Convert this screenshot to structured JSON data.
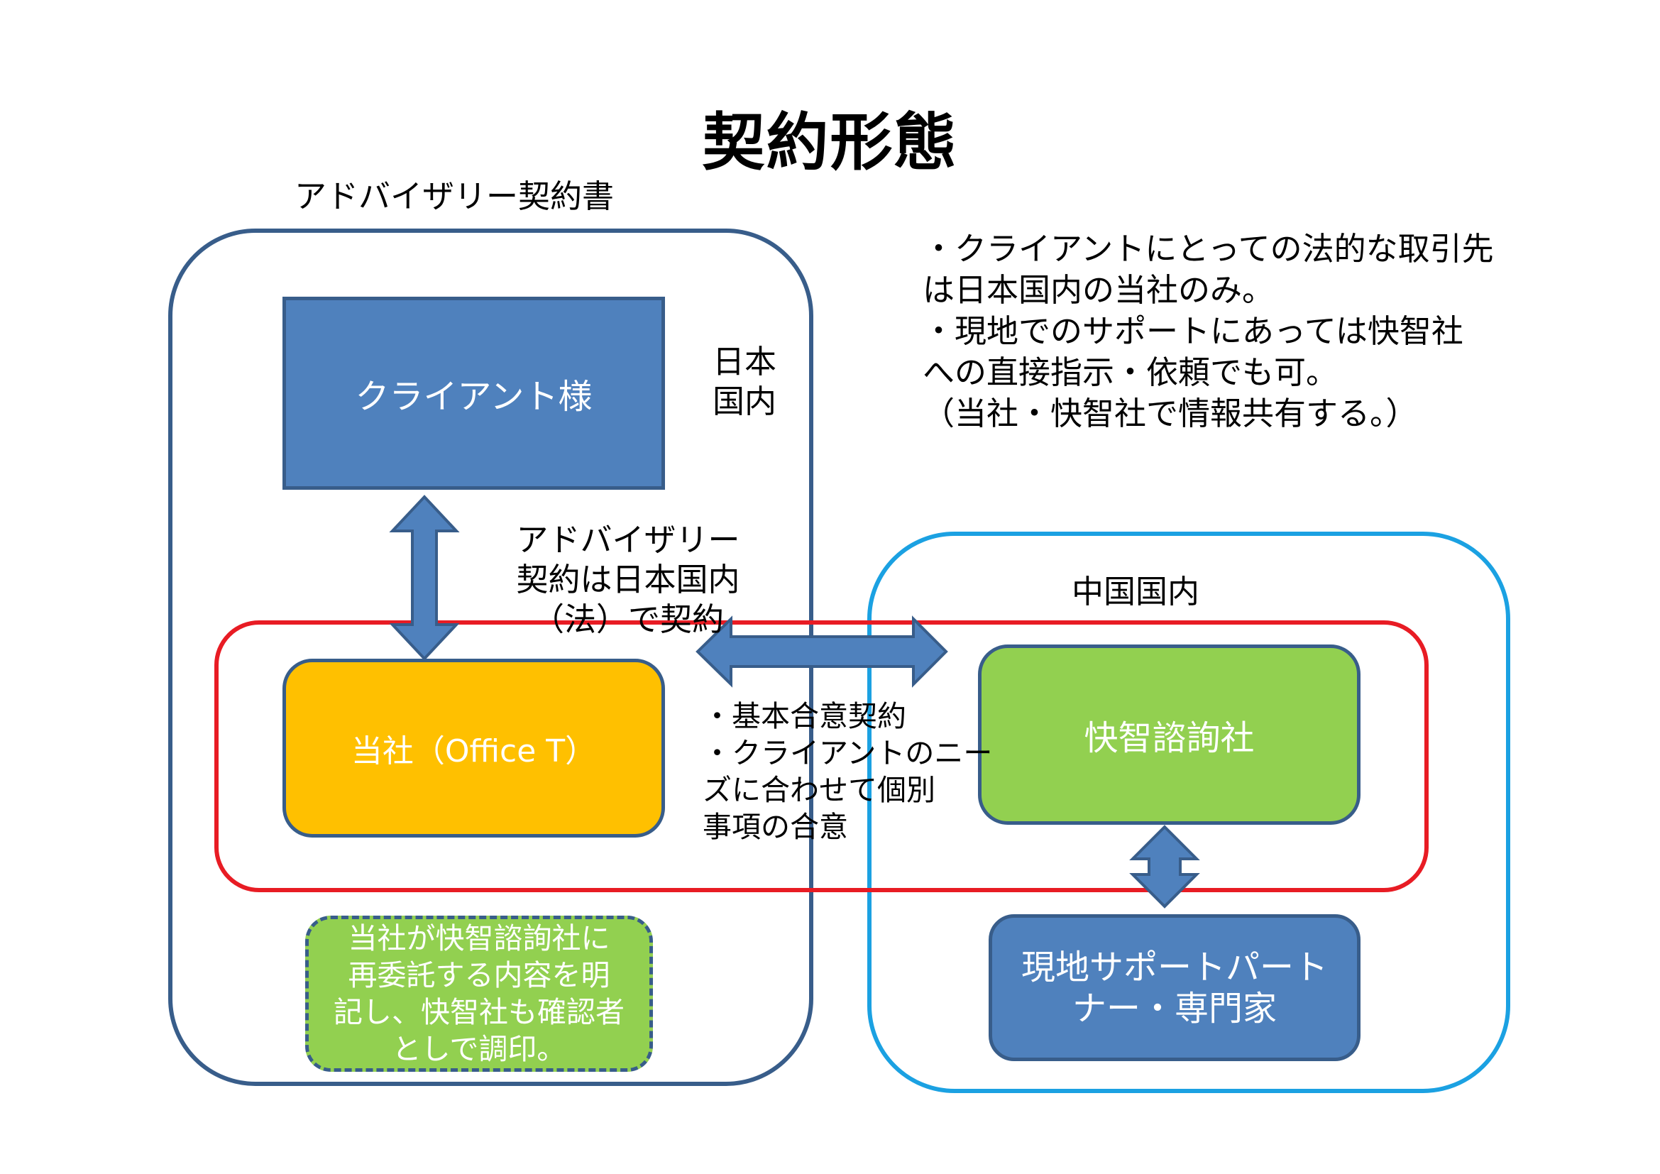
{
  "title": "契約形態",
  "contract_document_label": "アドバイザリー契約書",
  "notes": [
    "・クライアントにとっての法的な取引先",
    "は日本国内の当社のみ。",
    "・現地でのサポートにあっては快智社",
    "への直接指示・依頼でも可。",
    "（当社・快智社で情報共有する。）"
  ],
  "regions": {
    "japan": [
      "日本",
      "国内"
    ],
    "china": "中国国内"
  },
  "boxes": {
    "client": "クライアント様",
    "office": "当社（Office T）",
    "kaichi": "快智諮詢社",
    "support_partner": [
      "現地サポートパート",
      "ナー・専門家"
    ],
    "recontract_note": [
      "当社が快智諮詢社に",
      "再委託する内容を明",
      "記し、快智社も確認者",
      "としで調印。"
    ]
  },
  "advisory_label": [
    "アドバイザリー",
    "契約は日本国内",
    "（法）で契約"
  ],
  "agreement_label": [
    "・基本合意契約",
    "・クライアントのニー",
    "ズに合わせて個別",
    "事項の合意"
  ],
  "colors": {
    "box_blue": "#4f81bd",
    "box_border": "#385d8a",
    "office_fill": "#ffc000",
    "kaichi_fill": "#92d050",
    "japan_outline": "#385d8a",
    "china_outline": "#1ba1e2",
    "collaboration_outline": "#e81c24"
  }
}
